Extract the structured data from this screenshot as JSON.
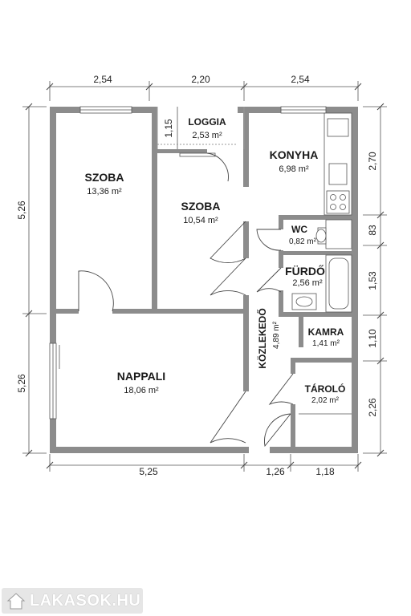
{
  "rooms": {
    "szoba1": {
      "name": "SZOBA",
      "area": "13,36 m²"
    },
    "loggia": {
      "name": "LOGGIA",
      "area": "2,53 m²"
    },
    "konyha": {
      "name": "KONYHA",
      "area": "6,98 m²"
    },
    "szoba2": {
      "name": "SZOBA",
      "area": "10,54 m²"
    },
    "wc": {
      "name": "WC",
      "area": "0,82 m²"
    },
    "furdo": {
      "name": "FÜRDŐ",
      "area": "2,56 m²"
    },
    "kozlekedo": {
      "name": "KÖZLEKEDŐ",
      "area": "4,89 m²"
    },
    "kamra": {
      "name": "KAMRA",
      "area": "1,41 m²"
    },
    "nappali": {
      "name": "NAPPALI",
      "area": "18,06 m²"
    },
    "tarolo": {
      "name": "TÁROLÓ",
      "area": "2,02 m²"
    }
  },
  "dimensions": {
    "top": [
      "2,54",
      "2,20",
      "2,54"
    ],
    "bottom": [
      "5,25",
      "1,26",
      "1,18"
    ],
    "left": [
      "5,26",
      "5,26"
    ],
    "right": [
      "2,70",
      "83",
      "1,53",
      "1,10",
      "2,26"
    ],
    "loggia_depth": "1,15"
  },
  "watermark": {
    "text": "LAKASOK.HU"
  },
  "colors": {
    "wall": "#8c8c8c",
    "line": "#333333",
    "watermark_bg": "#e6e6e6"
  }
}
